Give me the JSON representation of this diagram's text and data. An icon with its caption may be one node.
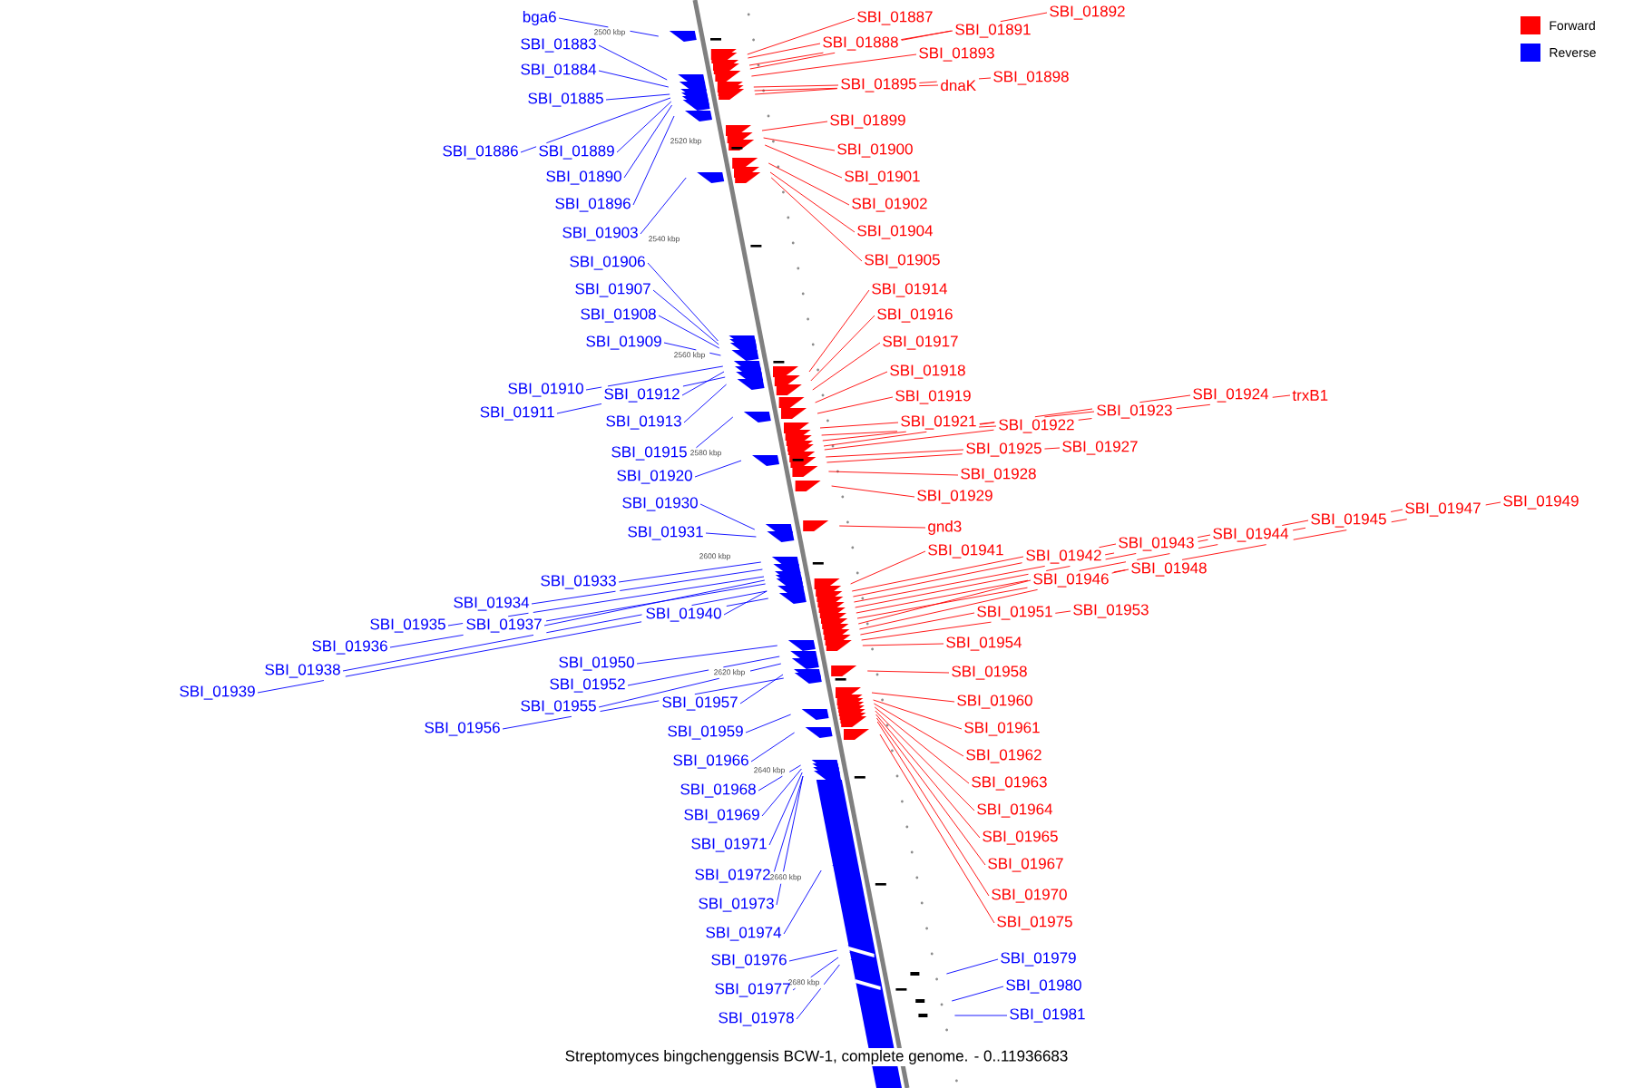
{
  "diagram": {
    "caption": "Streptomyces bingchenggensis BCW-1, complete genome. - 0..11936683",
    "nodes": [
      {
        "text": [
          "bga6"
        ]
      },
      {
        "text": [
          "SBI_01883"
        ]
      },
      {
        "text": [
          "SBI_01884"
        ]
      },
      {
        "text": [
          "SBI_01885"
        ]
      },
      {
        "text": [
          "SBI_01886"
        ]
      },
      {
        "text": [
          "SBI_01889"
        ]
      },
      {
        "text": [
          "SBI_01890"
        ]
      },
      {
        "text": [
          "SBI_01896"
        ]
      },
      {
        "text": [
          "SBI_01903"
        ]
      },
      {
        "text": [
          "SBI_01906"
        ]
      },
      {
        "text": [
          "SBI_01907"
        ]
      },
      {
        "text": [
          "SBI_01908"
        ]
      },
      {
        "text": [
          "SBI_01909"
        ]
      },
      {
        "text": [
          "SBI_01910"
        ]
      },
      {
        "text": [
          "SBI_01912"
        ]
      },
      {
        "text": [
          "SBI_01911"
        ]
      },
      {
        "text": [
          "SBI_01913"
        ]
      },
      {
        "text": [
          "SBI_01915"
        ]
      },
      {
        "text": [
          "SBI_01920"
        ]
      },
      {
        "text": [
          "SBI_01930"
        ]
      },
      {
        "text": [
          "SBI_01931"
        ]
      },
      {
        "text": [
          "SBI_01933"
        ]
      },
      {
        "text": [
          "SBI_01934"
        ]
      },
      {
        "text": [
          "SBI_01935"
        ]
      },
      {
        "text": [
          "SBI_01937"
        ]
      },
      {
        "text": [
          "SBI_01936"
        ]
      },
      {
        "text": [
          "SBI_01938"
        ]
      },
      {
        "text": [
          "SBI_01939"
        ]
      },
      {
        "text": [
          "SBI_01940"
        ]
      },
      {
        "text": [
          "SBI_01950"
        ]
      },
      {
        "text": [
          "SBI_01952"
        ]
      },
      {
        "text": [
          "SBI_01955"
        ]
      },
      {
        "text": [
          "SBI_01957"
        ]
      },
      {
        "text": [
          "SBI_01956"
        ]
      },
      {
        "text": [
          "SBI_01959"
        ]
      },
      {
        "text": [
          "SBI_01966"
        ]
      },
      {
        "text": [
          "SBI_01968"
        ]
      },
      {
        "text": [
          "SBI_01969"
        ]
      },
      {
        "text": [
          "SBI_01971"
        ]
      },
      {
        "text": [
          "SBI_01972"
        ]
      },
      {
        "text": [
          "SBI_01973"
        ]
      },
      {
        "text": [
          "SBI_01974"
        ]
      },
      {
        "text": [
          "SBI_01976"
        ]
      },
      {
        "text": [
          "SBI_01977"
        ]
      },
      {
        "text": [
          "SBI_01978"
        ]
      },
      {
        "text": [
          "SBI_01887"
        ]
      },
      {
        "text": [
          "SBI_01888"
        ]
      },
      {
        "text": [
          "SBI_01891"
        ]
      },
      {
        "text": [
          "SBI_01892"
        ]
      },
      {
        "text": [
          "SBI_01893"
        ]
      },
      {
        "text": [
          "SBI_01895"
        ]
      },
      {
        "text": [
          "dnaK"
        ]
      },
      {
        "text": [
          "SBI_01898"
        ]
      },
      {
        "text": [
          "SBI_01899"
        ]
      },
      {
        "text": [
          "SBI_01900"
        ]
      },
      {
        "text": [
          "SBI_01901"
        ]
      },
      {
        "text": [
          "SBI_01902"
        ]
      },
      {
        "text": [
          "SBI_01904"
        ]
      },
      {
        "text": [
          "SBI_01905"
        ]
      },
      {
        "text": [
          "SBI_01914"
        ]
      },
      {
        "text": [
          "SBI_01916"
        ]
      },
      {
        "text": [
          "SBI_01917"
        ]
      },
      {
        "text": [
          "SBI_01918"
        ]
      },
      {
        "text": [
          "SBI_01919"
        ]
      },
      {
        "text": [
          "SBI_01921"
        ]
      },
      {
        "text": [
          "SBI_01922"
        ]
      },
      {
        "text": [
          "SBI_01923"
        ]
      },
      {
        "text": [
          "SBI_01924"
        ]
      },
      {
        "text": [
          "trxB1"
        ]
      },
      {
        "text": [
          "SBI_01925"
        ]
      },
      {
        "text": [
          "SBI_01927"
        ]
      },
      {
        "text": [
          "SBI_01928"
        ]
      },
      {
        "text": [
          "SBI_01929"
        ]
      },
      {
        "text": [
          "gnd3"
        ]
      },
      {
        "text": [
          "SBI_01941"
        ]
      },
      {
        "text": [
          "SBI_01942"
        ]
      },
      {
        "text": [
          "SBI_01943"
        ]
      },
      {
        "text": [
          "SBI_01944"
        ]
      },
      {
        "text": [
          "SBI_01945"
        ]
      },
      {
        "text": [
          "SBI_01947"
        ]
      },
      {
        "text": [
          "SBI_01949"
        ]
      },
      {
        "text": [
          "SBI_01946"
        ]
      },
      {
        "text": [
          "SBI_01948"
        ]
      },
      {
        "text": [
          "SBI_01951"
        ]
      },
      {
        "text": [
          "SBI_01953"
        ]
      },
      {
        "text": [
          "SBI_01954"
        ]
      },
      {
        "text": [
          "SBI_01958"
        ]
      },
      {
        "text": [
          "SBI_01960"
        ]
      },
      {
        "text": [
          "SBI_01961"
        ]
      },
      {
        "text": [
          "SBI_01962"
        ]
      },
      {
        "text": [
          "SBI_01963"
        ]
      },
      {
        "text": [
          "SBI_01964"
        ]
      },
      {
        "text": [
          "SBI_01965"
        ]
      },
      {
        "text": [
          "SBI_01967"
        ]
      },
      {
        "text": [
          "SBI_01970"
        ]
      },
      {
        "text": [
          "SBI_01975"
        ]
      },
      {
        "text": [
          "SBI_01979"
        ]
      },
      {
        "text": [
          "SBI_01980"
        ]
      },
      {
        "text": [
          "SBI_01981"
        ]
      }
    ],
    "edges": [
      {
        "from": 0,
        "to": null,
        "arrow": "none",
        "color": "#0000ff"
      },
      {
        "from": 1,
        "to": null,
        "arrow": "none",
        "color": "#0000ff"
      },
      {
        "from": 2,
        "to": null,
        "arrow": "none",
        "color": "#0000ff"
      },
      {
        "from": 3,
        "to": null,
        "arrow": "none",
        "color": "#0000ff"
      },
      {
        "from": 4,
        "to": null,
        "arrow": "none",
        "color": "#0000ff"
      },
      {
        "from": 5,
        "to": null,
        "arrow": "none",
        "color": "#0000ff"
      },
      {
        "from": 6,
        "to": null,
        "arrow": "none",
        "color": "#0000ff"
      },
      {
        "from": 7,
        "to": null,
        "arrow": "none",
        "color": "#0000ff"
      },
      {
        "from": 8,
        "to": null,
        "arrow": "none",
        "color": "#0000ff"
      },
      {
        "from": 9,
        "to": null,
        "arrow": "none",
        "color": "#0000ff"
      },
      {
        "from": 10,
        "to": null,
        "arrow": "none",
        "color": "#0000ff"
      },
      {
        "from": 11,
        "to": null,
        "arrow": "none",
        "color": "#0000ff"
      },
      {
        "from": 12,
        "to": null,
        "arrow": "none",
        "color": "#0000ff"
      },
      {
        "from": 13,
        "to": null,
        "arrow": "none",
        "color": "#0000ff"
      },
      {
        "from": 14,
        "to": null,
        "arrow": "none",
        "color": "#0000ff"
      },
      {
        "from": 15,
        "to": null,
        "arrow": "none",
        "color": "#0000ff"
      },
      {
        "from": 16,
        "to": null,
        "arrow": "none",
        "color": "#0000ff"
      },
      {
        "from": 17,
        "to": null,
        "arrow": "none",
        "color": "#0000ff"
      },
      {
        "from": 18,
        "to": null,
        "arrow": "none",
        "color": "#0000ff"
      },
      {
        "from": 19,
        "to": null,
        "arrow": "none",
        "color": "#0000ff"
      },
      {
        "from": 20,
        "to": null,
        "arrow": "none",
        "color": "#0000ff"
      },
      {
        "from": 21,
        "to": null,
        "arrow": "none",
        "color": "#0000ff"
      },
      {
        "from": 22,
        "to": null,
        "arrow": "none",
        "color": "#0000ff"
      },
      {
        "from": 23,
        "to": null,
        "arrow": "none",
        "color": "#0000ff"
      },
      {
        "from": 24,
        "to": null,
        "arrow": "none",
        "color": "#0000ff"
      },
      {
        "from": 25,
        "to": null,
        "arrow": "none",
        "color": "#0000ff"
      },
      {
        "from": 26,
        "to": null,
        "arrow": "none",
        "color": "#0000ff"
      },
      {
        "from": 27,
        "to": null,
        "arrow": "none",
        "color": "#0000ff"
      },
      {
        "from": 28,
        "to": null,
        "arrow": "none",
        "color": "#0000ff"
      },
      {
        "from": 29,
        "to": null,
        "arrow": "none",
        "color": "#0000ff"
      },
      {
        "from": 30,
        "to": null,
        "arrow": "none",
        "color": "#0000ff"
      },
      {
        "from": 31,
        "to": null,
        "arrow": "none",
        "color": "#0000ff"
      },
      {
        "from": 32,
        "to": null,
        "arrow": "none",
        "color": "#0000ff"
      },
      {
        "from": 33,
        "to": null,
        "arrow": "none",
        "color": "#0000ff"
      },
      {
        "from": 34,
        "to": null,
        "arrow": "none",
        "color": "#0000ff"
      },
      {
        "from": 35,
        "to": null,
        "arrow": "none",
        "color": "#0000ff"
      },
      {
        "from": 36,
        "to": null,
        "arrow": "none",
        "color": "#0000ff"
      },
      {
        "from": 37,
        "to": null,
        "arrow": "none",
        "color": "#0000ff"
      },
      {
        "from": 38,
        "to": null,
        "arrow": "none",
        "color": "#0000ff"
      },
      {
        "from": 39,
        "to": null,
        "arrow": "none",
        "color": "#0000ff"
      },
      {
        "from": 40,
        "to": null,
        "arrow": "none",
        "color": "#0000ff"
      },
      {
        "from": 41,
        "to": null,
        "arrow": "none",
        "color": "#0000ff"
      },
      {
        "from": 42,
        "to": null,
        "arrow": "none",
        "color": "#0000ff"
      },
      {
        "from": 43,
        "to": null,
        "arrow": "none",
        "color": "#0000ff"
      },
      {
        "from": 44,
        "to": null,
        "arrow": "none",
        "color": "#0000ff"
      },
      {
        "from": 45,
        "to": null,
        "arrow": "none"
      },
      {
        "from": 46,
        "to": null,
        "arrow": "none"
      },
      {
        "from": 47,
        "to": null,
        "arrow": "none"
      },
      {
        "from": 48,
        "to": null,
        "arrow": "none"
      },
      {
        "from": 49,
        "to": null,
        "arrow": "none"
      },
      {
        "from": 50,
        "to": null,
        "arrow": "none"
      },
      {
        "from": 51,
        "to": null,
        "arrow": "none"
      },
      {
        "from": 52,
        "to": null,
        "arrow": "none"
      },
      {
        "from": 53,
        "to": null,
        "arrow": "none"
      },
      {
        "from": 54,
        "to": null,
        "arrow": "none"
      },
      {
        "from": 55,
        "to": null,
        "arrow": "none"
      },
      {
        "from": 56,
        "to": null,
        "arrow": "none"
      },
      {
        "from": 57,
        "to": null,
        "arrow": "none"
      },
      {
        "from": 58,
        "to": null,
        "arrow": "none"
      },
      {
        "from": 59,
        "to": null,
        "arrow": "none"
      },
      {
        "from": 60,
        "to": null,
        "arrow": "none"
      },
      {
        "from": 61,
        "to": null,
        "arrow": "none"
      },
      {
        "from": 62,
        "to": null,
        "arrow": "none"
      },
      {
        "from": 63,
        "to": null,
        "arrow": "none"
      },
      {
        "from": 64,
        "to": null,
        "arrow": "none"
      },
      {
        "from": 65,
        "to": null,
        "arrow": "none"
      },
      {
        "from": 66,
        "to": null,
        "arrow": "none"
      },
      {
        "from": 67,
        "to": null,
        "arrow": "none"
      },
      {
        "from": 68,
        "to": null,
        "arrow": "none"
      },
      {
        "from": 69,
        "to": null,
        "arrow": "none"
      },
      {
        "from": 70,
        "to": null,
        "arrow": "none"
      },
      {
        "from": 71,
        "to": null,
        "arrow": "none"
      },
      {
        "from": 72,
        "to": null,
        "arrow": "none"
      },
      {
        "from": 73,
        "to": null,
        "arrow": "none"
      },
      {
        "from": 74,
        "to": null,
        "arrow": "none"
      },
      {
        "from": 75,
        "to": null,
        "arrow": "none"
      },
      {
        "from": 76,
        "to": null,
        "arrow": "none"
      },
      {
        "from": 77,
        "to": null,
        "arrow": "none"
      },
      {
        "from": 78,
        "to": null,
        "arrow": "none"
      },
      {
        "from": 79,
        "to": null,
        "arrow": "none"
      },
      {
        "from": 80,
        "to": null,
        "arrow": "none"
      },
      {
        "from": 81,
        "to": null,
        "arrow": "none"
      },
      {
        "from": 82,
        "to": null,
        "arrow": "none"
      },
      {
        "from": 83,
        "to": null,
        "arrow": "none"
      },
      {
        "from": 84,
        "to": null,
        "arrow": "none"
      },
      {
        "from": 85,
        "to": null,
        "arrow": "none"
      },
      {
        "from": 86,
        "to": null,
        "arrow": "none"
      },
      {
        "from": 87,
        "to": null,
        "arrow": "none"
      },
      {
        "from": 88,
        "to": null,
        "arrow": "none"
      },
      {
        "from": 89,
        "to": null,
        "arrow": "none"
      },
      {
        "from": 90,
        "to": null,
        "arrow": "none"
      },
      {
        "from": 91,
        "to": null,
        "arrow": "none"
      },
      {
        "from": 92,
        "to": null,
        "arrow": "none"
      },
      {
        "from": 93,
        "to": null,
        "arrow": "none"
      },
      {
        "from": 94,
        "to": null,
        "arrow": "none"
      },
      {
        "from": 95,
        "to": null,
        "arrow": "none"
      },
      {
        "from": 96,
        "to": null,
        "arrow": "none",
        "color": "#0000ff"
      },
      {
        "from": 97,
        "to": null,
        "arrow": "none",
        "color": "#0000ff"
      },
      {
        "from": 98,
        "to": null,
        "arrow": "none",
        "color": "#0000ff"
      }
    ],
    "labels": [
      "2500 kbp",
      "2520 kbp",
      "2540 kbp",
      "2560 kbp",
      "2580 kbp",
      "2600 kbp",
      "2620 kbp",
      "2640 kbp",
      "2660 kbp",
      "2680 kbp"
    ],
    "legend": [
      {
        "text": "Forward",
        "color": "#ff0000"
      },
      {
        "text": "Reverse",
        "color": "#0000ff"
      }
    ]
  }
}
